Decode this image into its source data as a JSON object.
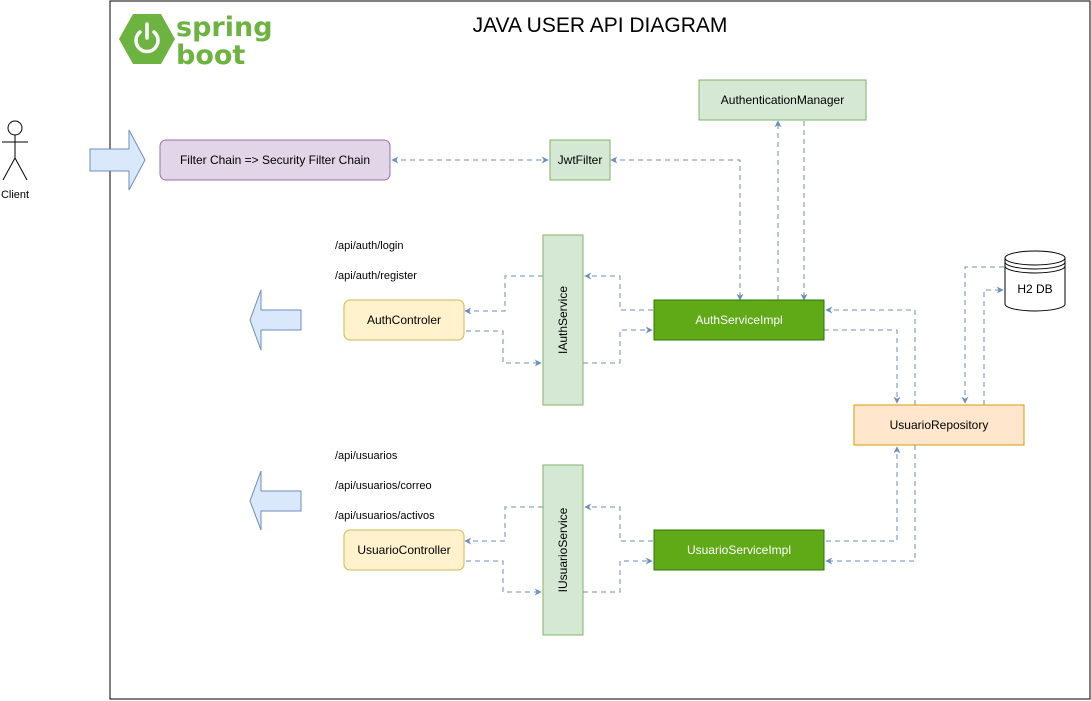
{
  "diagram": {
    "title": "JAVA USER API DIAGRAM",
    "logo": {
      "text_top": "spring",
      "text_bottom": "boot",
      "color": "#6db33f"
    },
    "actor": {
      "label": "Client"
    },
    "nodes": {
      "filter_chain": "Filter Chain => Security Filter Chain",
      "jwt_filter": "JwtFilter",
      "auth_manager": "AuthenticationManager",
      "auth_controller": "AuthControler",
      "iauth_service": "IAuthService",
      "auth_service_impl": "AuthServiceImpl",
      "h2_db": "H2 DB",
      "usuario_repository": "UsuarioRepository",
      "usuario_controller": "UsuarioController",
      "iusuario_service": "IUsuarioService",
      "usuario_service_impl": "UsuarioServiceImpl"
    },
    "endpoints": {
      "auth": [
        "/api/auth/login",
        "/api/auth/register"
      ],
      "usuarios": [
        "/api/usuarios",
        "/api/usuarios/correo",
        "/api/usuarios/activos"
      ]
    },
    "colors": {
      "purple_fill": "#e1d5e7",
      "purple_stroke": "#9673a6",
      "green_fill": "#d5e8d4",
      "green_stroke": "#82b366",
      "yellow_fill": "#fff2cc",
      "yellow_stroke": "#d6b656",
      "orange_fill": "#ffe6cc",
      "orange_stroke": "#d79b00",
      "solid_green": "#60a917",
      "solid_green_stroke": "#2d7600",
      "arrow_fill": "#dae8fc",
      "arrow_stroke": "#6c8ebf",
      "connector": "#6c8ebf"
    }
  }
}
